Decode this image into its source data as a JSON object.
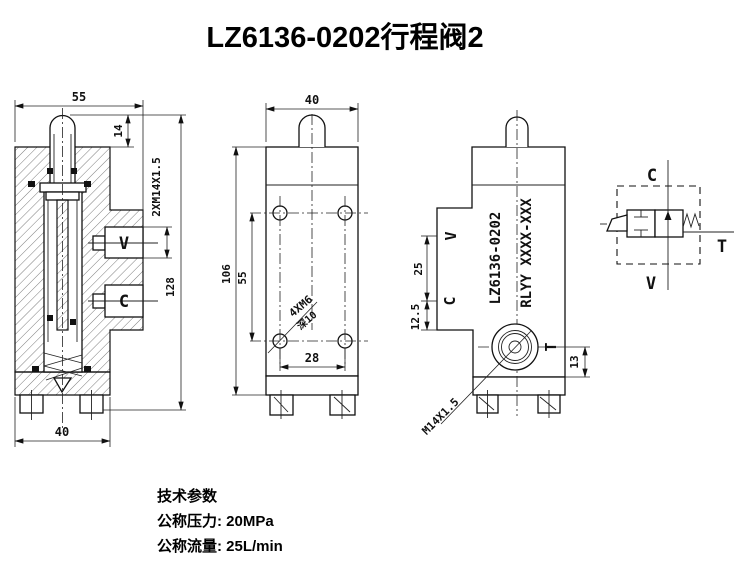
{
  "title": "LZ6136-0202行程阀2",
  "front": {
    "w": "55",
    "plunger": "14",
    "thread": "2XM14X1.5",
    "h": "128",
    "base": "40",
    "port_v": "V",
    "port_c": "C"
  },
  "side": {
    "w": "40",
    "h": "106",
    "span_v": "55",
    "span_h": "28",
    "callout": "4XM6",
    "callout_depth": "深10"
  },
  "rear": {
    "port_v": "V",
    "port_c": "C",
    "port_t": "T",
    "d_vc": "25",
    "d_cstep": "12.5",
    "d_t": "13",
    "thread": "M14X1.5",
    "model": "LZ6136-0202",
    "code": "RLYY XXXX-XXX"
  },
  "symbol": {
    "c": "C",
    "v": "V",
    "t": "T"
  },
  "specs": {
    "heading": "技术参数",
    "pressure": "公称压力: 20MPa",
    "flow": "公称流量: 25L/min"
  }
}
